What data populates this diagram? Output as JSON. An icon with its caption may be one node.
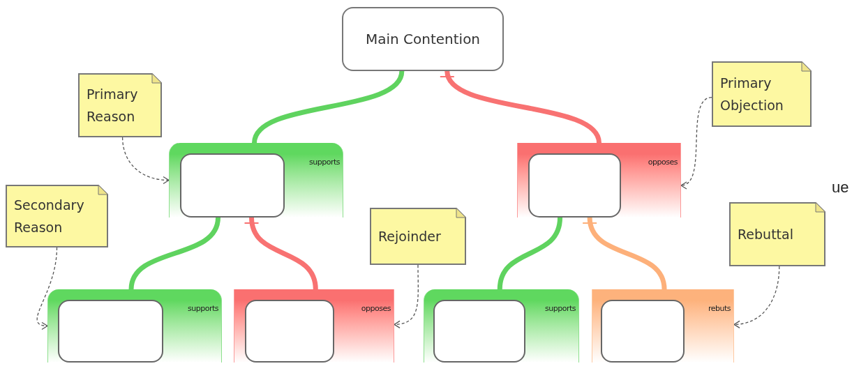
{
  "diagram": {
    "nodes": [
      {
        "text": [
          "Main Contention"
        ]
      },
      {
        "text": [
          "Primary Reason"
        ]
      },
      {
        "text": [
          "Primary Objection"
        ]
      },
      {
        "text": [
          "supports"
        ]
      },
      {
        "text": [],
        "shape": "box",
        "in": 3
      },
      {
        "text": [
          "opposes"
        ]
      },
      {
        "text": [],
        "shape": "box",
        "in": 5
      },
      {
        "text": [
          "Secondary Reason"
        ]
      },
      {
        "text": [
          "Rejoinder"
        ]
      },
      {
        "text": [
          "Rebuttal"
        ]
      },
      {
        "text": [
          "supports"
        ]
      },
      {
        "text": [],
        "shape": "box",
        "in": 10
      },
      {
        "text": [
          "opposes"
        ]
      },
      {
        "text": [],
        "shape": "box",
        "in": 12
      },
      {
        "text": [
          "supports"
        ]
      },
      {
        "text": [],
        "shape": "box",
        "in": 14
      },
      {
        "text": [
          "rebuts"
        ]
      },
      {
        "text": [],
        "shape": "box",
        "in": 16
      }
    ],
    "edges": [
      {
        "from": 0,
        "to": 3,
        "arrow": "none",
        "color": "#5fd35f"
      },
      {
        "from": 5,
        "to": 0,
        "arrow": "other",
        "color": "#f87272"
      },
      {
        "from": 4,
        "to": 10,
        "arrow": "none",
        "color": "#5fd35f"
      },
      {
        "from": 12,
        "to": 4,
        "arrow": "other",
        "color": "#f87272"
      },
      {
        "from": 6,
        "to": 14,
        "arrow": "none",
        "color": "#5fd35f"
      },
      {
        "from": 16,
        "to": 6,
        "arrow": "other",
        "color": "#fdb07a"
      },
      {
        "from": 1,
        "to": 3,
        "arrow": "to",
        "style": "dashed"
      },
      {
        "from": 2,
        "to": 5,
        "arrow": "to",
        "style": "dashed"
      },
      {
        "from": 7,
        "to": 10,
        "arrow": "to",
        "style": "dashed"
      },
      {
        "from": 8,
        "to": 12,
        "arrow": "to",
        "style": "dashed"
      },
      {
        "from": 9,
        "to": 16,
        "arrow": "to",
        "style": "dashed"
      }
    ],
    "labels": [
      "ue"
    ]
  }
}
